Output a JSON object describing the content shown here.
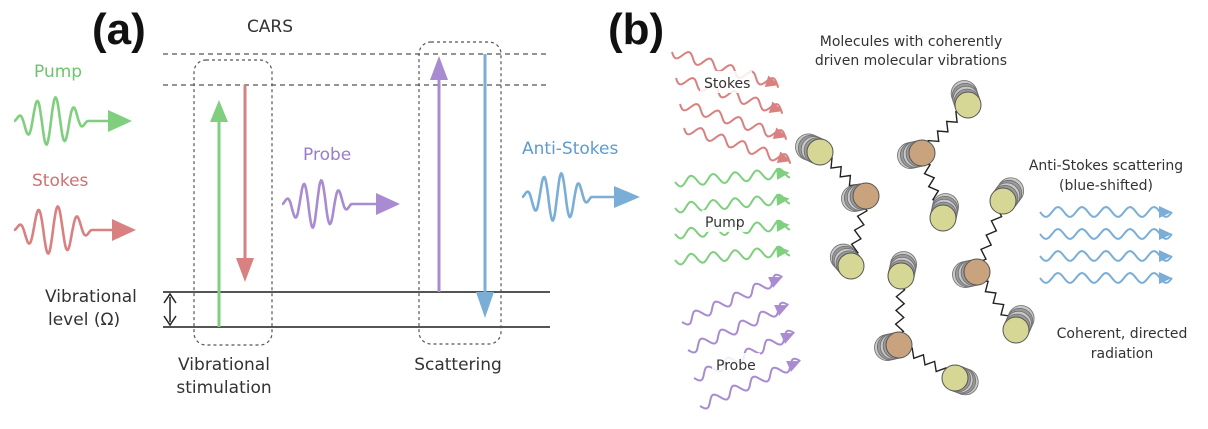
{
  "panel_a": {
    "letter": "(a)",
    "title": "CARS",
    "pump_label": "Pump",
    "stokes_label": "Stokes",
    "probe_label": "Probe",
    "antistokes_label": "Anti-Stokes",
    "vib_level_line1": "Vibrational",
    "vib_level_line2": "level (Ω)",
    "stage1_line1": "Vibrational",
    "stage1_line2": "stimulation",
    "stage2": "Scattering"
  },
  "panel_b": {
    "letter": "(b)",
    "molecules_line1": "Molecules with coherently",
    "molecules_line2": "driven molecular vibrations",
    "stokes_label": "Stokes",
    "pump_label": "Pump",
    "probe_label": "Probe",
    "scatter_line1": "Anti-Stokes scattering",
    "scatter_line2": "(blue-shifted)",
    "radiation_line1": "Coherent, directed",
    "radiation_line2": "radiation"
  },
  "colors": {
    "pump": "#7fcf7f",
    "stokes": "#d98080",
    "probe": "#a88bd1",
    "antistokes": "#7aaed6",
    "text_pump": "#6cc46c",
    "text_stokes": "#d07070",
    "text_probe": "#9a7cc8",
    "text_antistokes": "#5d9cd0",
    "atom_green": "#d6d795",
    "atom_tan": "#c9a37e"
  }
}
